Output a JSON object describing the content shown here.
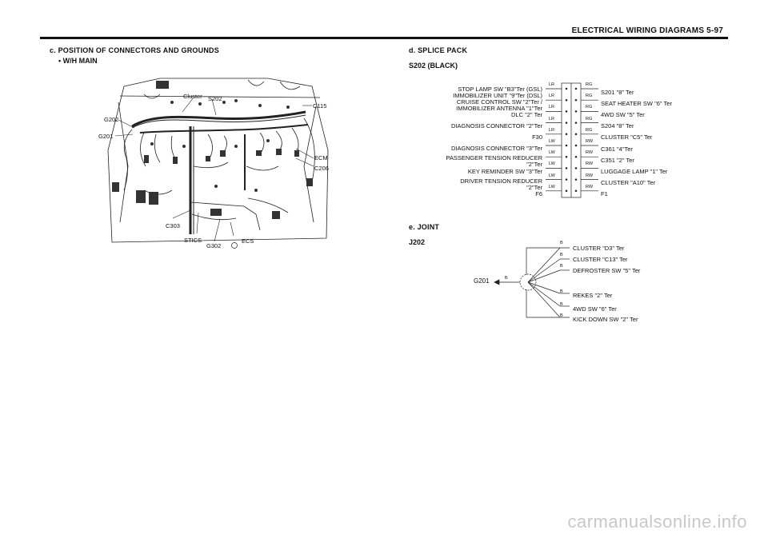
{
  "header": {
    "title": "ELECTRICAL WIRING DIAGRAMS  5-97"
  },
  "left": {
    "section_title": "c. POSITION OF CONNECTORS AND GROUNDS",
    "bullet": "•  W/H MAIN",
    "figure_labels": {
      "cluster": "Cluster",
      "s202": "S202",
      "g202": "G202",
      "g201": "G201",
      "c115": "C115",
      "ecm": "ECM",
      "c206": "C206",
      "c303": "C303",
      "stics": "STICS",
      "g302": "G302",
      "ecs": "ECS"
    }
  },
  "right": {
    "section_d_title": "d. SPLICE PACK",
    "s202_title": "S202 (BLACK)",
    "left_labels": [
      "STOP LAMP SW \"B3\"Ter (GSL)",
      "IMMOBILIZER UNIT \"9\"Ter (DSL)",
      "CRUISE CONTROL SW \"2\"Ter /",
      "IMMOBILIZER ANTENNA \"1\"Ter",
      "DLC \"2\" Ter",
      "DIAGNOSIS CONNECTOR \"2\"Ter",
      "F30",
      "DIAGNOSIS CONNECTOR \"3\"Ter",
      "PASSENGER TENSION REDUCER",
      "\"2\"Ter",
      "KEY REMINDER SW \"3\"Ter",
      "DRIVER TENSION REDUCER",
      "\"2\"Ter",
      "F6"
    ],
    "left_wires": [
      "LR",
      "LR",
      "LR",
      "LR",
      "LR",
      "LW",
      "LW",
      "LW",
      "LW",
      "LW"
    ],
    "right_wires": [
      "RG",
      "RG",
      "RG",
      "RG",
      "RG",
      "RW",
      "RW",
      "RW",
      "RW",
      "RW"
    ],
    "right_labels": [
      "S201 \"8\" Ter",
      "SEAT HEATER SW \"6\" Ter",
      "4WD SW \"5\" Ter",
      "S204 \"8\" Ter",
      "CLUSTER \"C5\" Ter",
      "C361 \"4\"Ter",
      "C351 \"2\" Ter",
      "LUGGAGE LAMP \"1\" Ter",
      "CLUSTER \"A10\" Ter",
      "F1"
    ],
    "section_e_title": "e. JOINT",
    "j202_title": "J202",
    "joint": {
      "ground": "G201",
      "ground_wire": "B",
      "wires": [
        "B",
        "B",
        "B",
        "B",
        "B",
        "B"
      ],
      "labels": [
        "CLUSTER \"D3\" Ter",
        "CLUSTER \"C13\" Ter",
        "DEFROSTER SW \"5\" Ter",
        "REKES \"2\" Ter",
        "4WD SW \"6\" Ter",
        "KICK DOWN SW \"2\" Ter"
      ]
    }
  },
  "footer": {
    "watermark": "carmanualsonline.info"
  }
}
